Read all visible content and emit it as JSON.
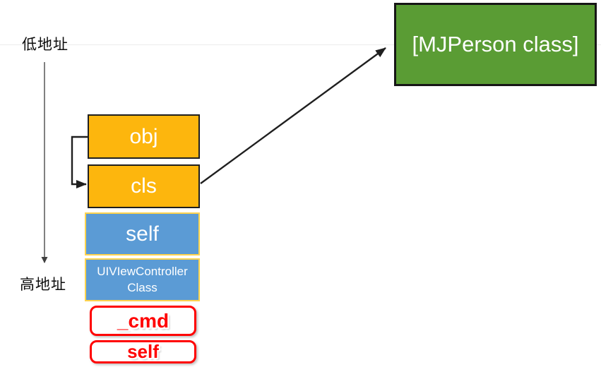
{
  "slide": {
    "background": "#ffffff"
  },
  "axis": {
    "low_label": "低地址",
    "high_label": "高地址"
  },
  "cells": [
    {
      "id": "obj",
      "label": "obj",
      "fill": "#FDB60D",
      "border": "#1f1f1f",
      "text_color": "#ffffff"
    },
    {
      "id": "cls",
      "label": "cls",
      "fill": "#FDB60D",
      "border": "#1f1f1f",
      "text_color": "#ffffff"
    },
    {
      "id": "self-hidden-arg",
      "label": "self",
      "fill": "#5B9BD5",
      "border": "#FFD34D",
      "text_color": "#ffffff"
    },
    {
      "id": "uiviewcontroller-class",
      "line1": "UIVIewController",
      "line2": "Class",
      "fill": "#5B9BD5",
      "border": "#FFD34D",
      "text_color": "#ffffff"
    },
    {
      "id": "cmd",
      "label": "_cmd",
      "fill": "#ffffff",
      "border": "#FF0000",
      "text_color": "#FF0000"
    },
    {
      "id": "self-param",
      "label": "self",
      "fill": "#ffffff",
      "border": "#FF0000",
      "text_color": "#FF0000"
    }
  ],
  "class_box": {
    "label": "[MJPerson class]",
    "fill": "#5A9C34",
    "border": "#161616",
    "text_color": "#ffffff"
  },
  "arrows": [
    {
      "id": "address-axis-arrow",
      "from": "low-address",
      "to": "high-address",
      "color": "#4a4a4a"
    },
    {
      "id": "obj-to-cls-arrow",
      "from": "obj",
      "to": "cls",
      "color": "#1f1f1f"
    },
    {
      "id": "cls-to-class-arrow",
      "from": "cls",
      "to": "mjperson-class-box",
      "color": "#1f1f1f"
    }
  ]
}
